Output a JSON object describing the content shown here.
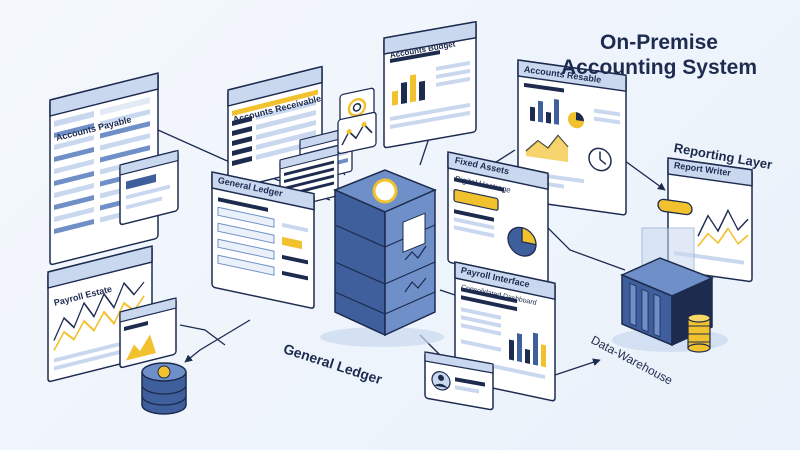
{
  "title": [
    "On-Premise",
    "Accounting System"
  ],
  "nodes": {
    "center": "General Ledger",
    "warehouse": "Data-Warehouse",
    "reporting": "Reporting Layer"
  },
  "windows": {
    "accounts_payable": "Accounts Payable",
    "accounts_receivable": "Accounts Receivable",
    "accounts_budget": "Accounts Budget",
    "accounts_resable": "Accounts Resable",
    "general_ledger_panel": "General Ledger",
    "fixed_assets": "Fixed Assets",
    "fixed_assets_sub": "Digital Hectrage",
    "payroll_interface": "Payroll Interface",
    "payroll_sub": "Consolidated Dashboard",
    "payroll_estate": "Payroll Estate",
    "report_writer": "Report Writer"
  },
  "colors": {
    "navy": "#1d2b4f",
    "blue": "#3f5f9c",
    "mid_blue": "#6f8fc8",
    "light_blue": "#c9d8ef",
    "gold": "#f2c12e",
    "background": "#eef4fb"
  }
}
